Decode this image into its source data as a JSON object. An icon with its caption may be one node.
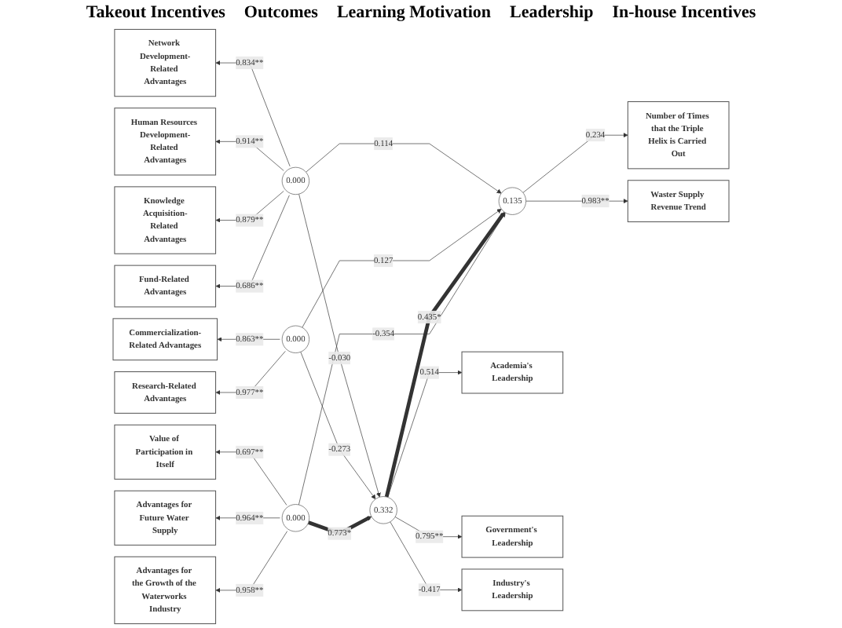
{
  "diagram": {
    "nodes": [
      {
        "text": [
          "Network Development-Related Advantages"
        ]
      },
      {
        "text": [
          "Human Resources Development-Related Advantages"
        ]
      },
      {
        "text": [
          "Knowledge Acquisition-Related Advantages"
        ]
      },
      {
        "text": [
          "Fund-Related Advantages"
        ]
      },
      {
        "text": [
          "Number of Times that the Triple Helix is Carried Out"
        ]
      },
      {
        "text": [
          "0.000"
        ]
      },
      {
        "text": [
          "Commercialization-Related Advantages"
        ]
      },
      {
        "text": [
          "0.000"
        ]
      },
      {
        "text": [
          "0.135"
        ]
      },
      {
        "text": [
          "Waster Supply Revenue Trend"
        ]
      },
      {
        "text": [
          "Research-Related Advantages"
        ]
      },
      {
        "text": [
          "0.332"
        ]
      },
      {
        "text": [
          "0.000"
        ]
      },
      {
        "text": [
          "Academia's Leadership"
        ]
      },
      {
        "text": [
          "Government's Leadership"
        ]
      },
      {
        "text": [
          "Industry's Leadership"
        ]
      },
      {
        "text": [
          "Value of Participation in Itself"
        ]
      },
      {
        "text": [
          "Advantages for Future Water Supply"
        ]
      },
      {
        "text": [
          "Advantages for the Growth of the Waterworks Industry"
        ]
      }
    ],
    "edges": [
      {
        "from": 5,
        "to": 0,
        "arrow": "to",
        "label": "0.834**"
      },
      {
        "from": 5,
        "to": 1,
        "arrow": "to",
        "label": "0.914**"
      },
      {
        "from": 5,
        "to": 2,
        "arrow": "to",
        "label": "0.879**"
      },
      {
        "from": 5,
        "to": 3,
        "arrow": "to",
        "label": "0.686**"
      },
      {
        "from": 5,
        "to": 8,
        "arrow": "to",
        "label": "0.114"
      },
      {
        "from": 5,
        "to": 11,
        "arrow": "to",
        "label": "-0.030"
      },
      {
        "from": 7,
        "to": 6,
        "arrow": "to",
        "label": "0.863**"
      },
      {
        "from": 7,
        "to": 8,
        "arrow": "to",
        "label": "0.127"
      },
      {
        "from": 7,
        "to": 11,
        "arrow": "to",
        "label": "-0.273"
      },
      {
        "from": 7,
        "to": 10,
        "arrow": "to",
        "label": "0.977**"
      },
      {
        "from": 8,
        "to": 4,
        "arrow": "to",
        "label": "0.234"
      },
      {
        "from": 8,
        "to": 9,
        "arrow": "to",
        "label": "0.983**"
      },
      {
        "from": 11,
        "to": 8,
        "arrow": "to",
        "label": "0.435*",
        "style": "thick"
      },
      {
        "from": 12,
        "to": 8,
        "arrow": "to",
        "label": "-0.354"
      },
      {
        "from": 12,
        "to": 11,
        "arrow": "to",
        "label": "0.773*",
        "style": "thick"
      },
      {
        "from": 11,
        "to": 13,
        "arrow": "to",
        "label": "0.514"
      },
      {
        "from": 11,
        "to": 14,
        "arrow": "to",
        "label": "0.795**"
      },
      {
        "from": 11,
        "to": 15,
        "arrow": "to",
        "label": "-0.417"
      },
      {
        "from": 12,
        "to": 16,
        "arrow": "to",
        "label": "0.697**"
      },
      {
        "from": 12,
        "to": 17,
        "arrow": "to",
        "label": "0.964**"
      },
      {
        "from": 12,
        "to": 18,
        "arrow": "to",
        "label": "0.958**"
      }
    ],
    "labels": [
      "Takeout Incentives",
      "Outcomes",
      "Learning Motivation",
      "Leadership",
      "In-house Incentives"
    ]
  }
}
